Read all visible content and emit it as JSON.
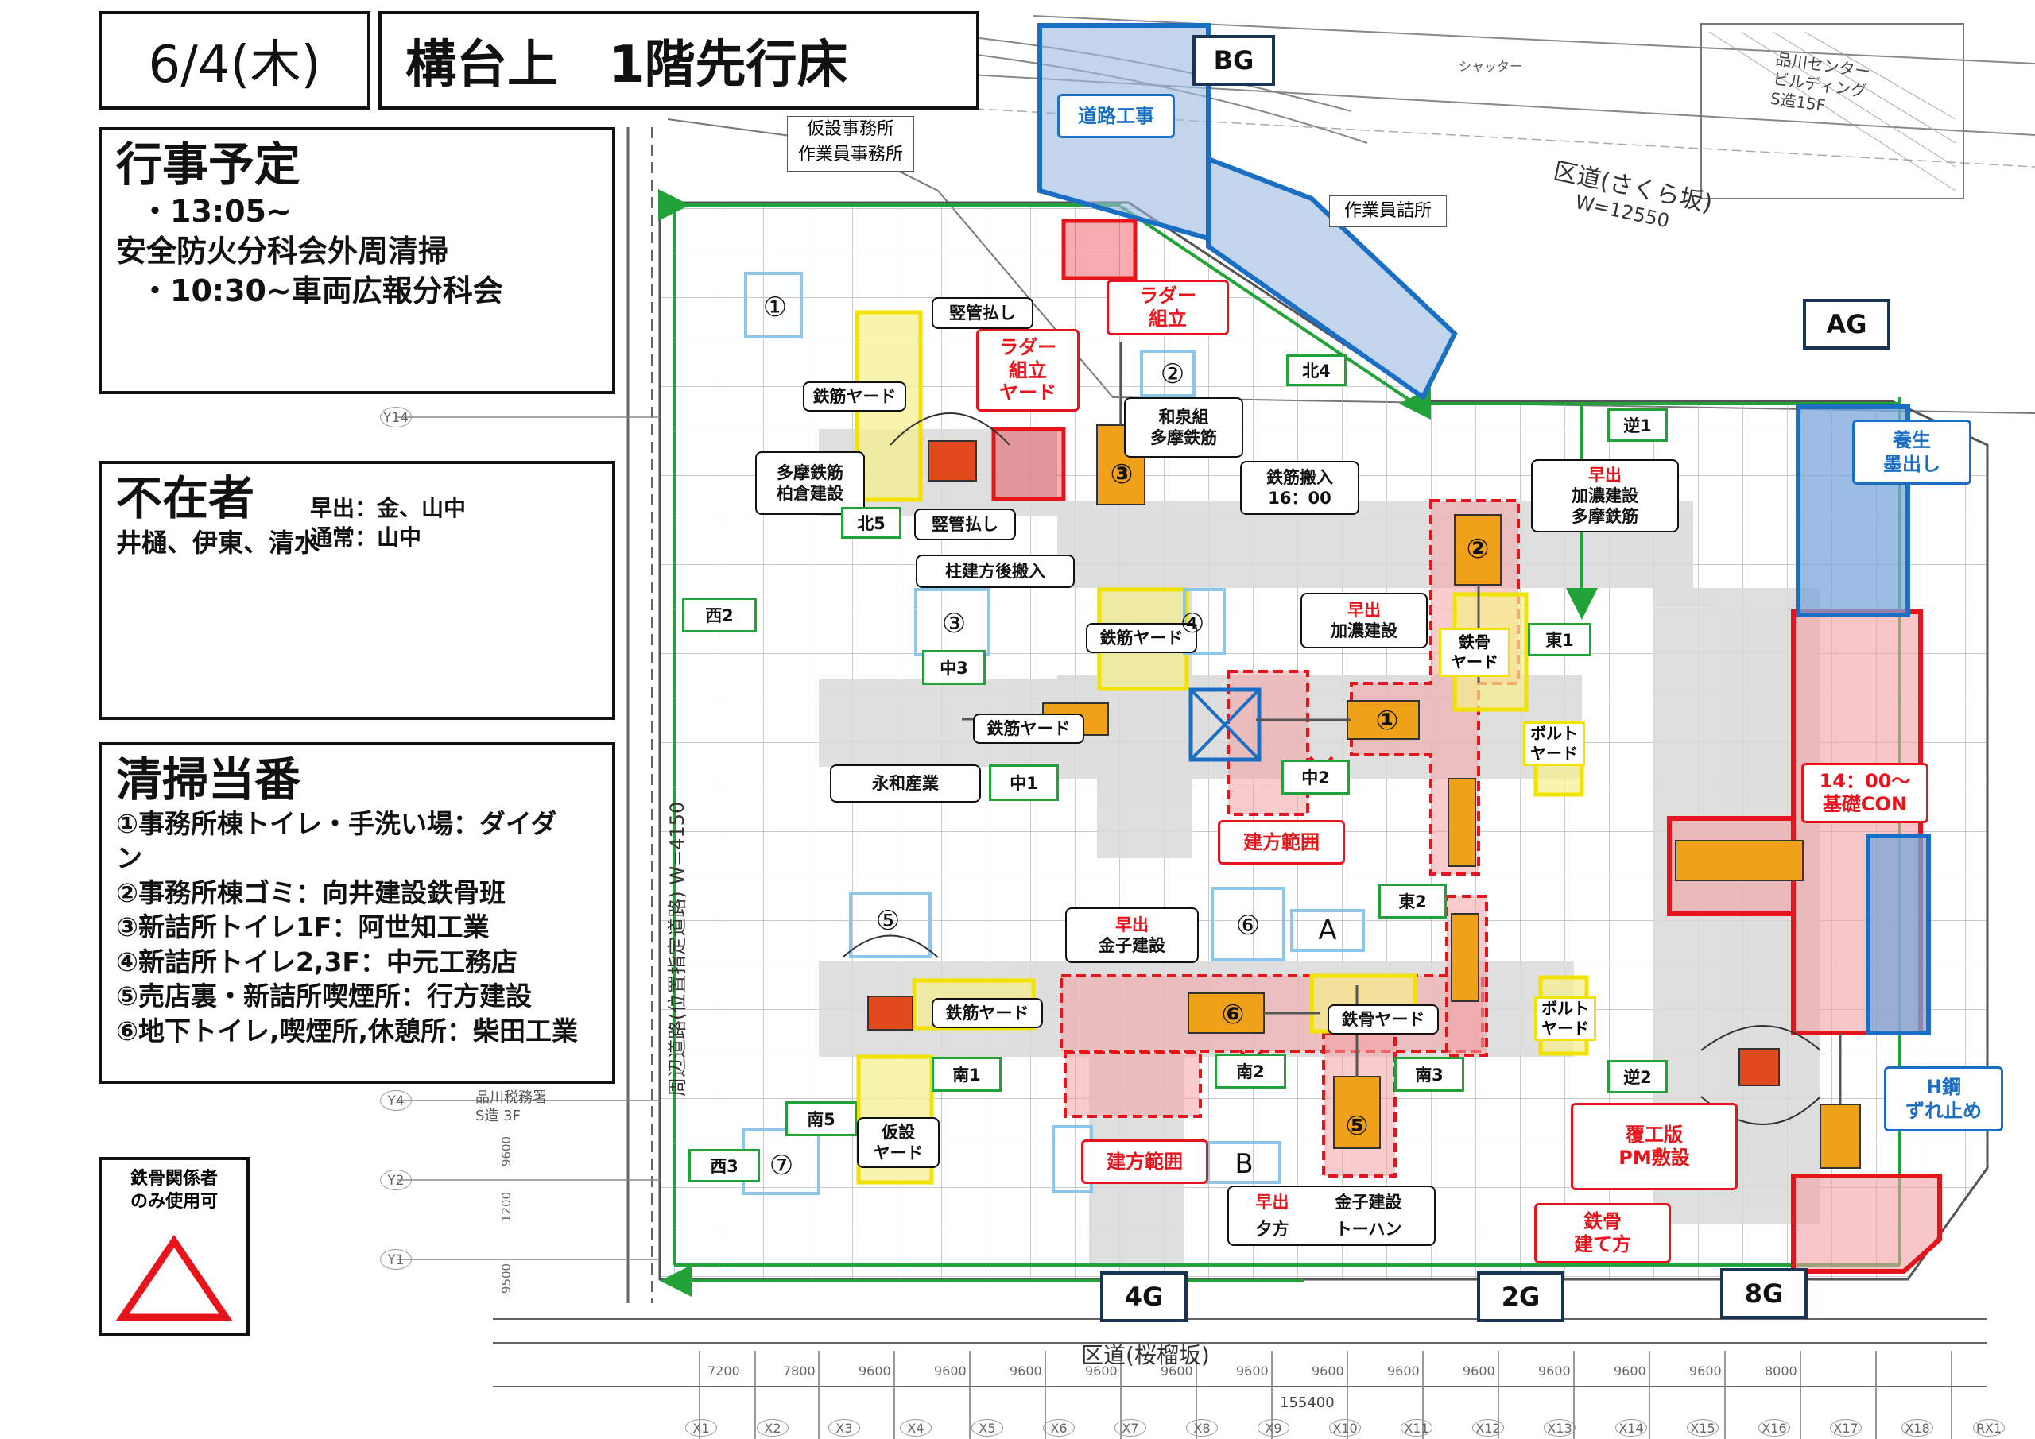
{
  "header": {
    "date": "6/4(木)",
    "title": "構台上　1階先行床"
  },
  "schedule": {
    "heading": "行事予定",
    "lines": [
      "・13:05~",
      "安全防火分科会外周清掃",
      "・10:30~車両広報分科会"
    ]
  },
  "absent": {
    "heading": "不在者",
    "early": "早出：金、山中",
    "normal": "通常：山中",
    "names": "井樋、伊東、清水"
  },
  "cleaning": {
    "heading": "清掃当番",
    "lines": [
      "①事務所棟トイレ・手洗い場：ダイダ",
      "ン",
      "②事務所棟ゴミ：向井建設鉄骨班",
      "③新詰所トイレ1F：阿世知工業",
      "④新詰所トイレ2,3F：中元工務店",
      "⑤売店裏・新詰所喫煙所：行方建設",
      "⑥地下トイレ,喫煙所,休憩所：柴田工業"
    ]
  },
  "legend": {
    "text": "鉄骨関係者\nのみ使用可"
  },
  "gates": {
    "bg": "BG",
    "ag": "AG",
    "g4": "4G",
    "g2": "2G",
    "g8": "8G"
  },
  "map_text": {
    "office": "仮設事務所\n作業員事務所",
    "tsumesho": "作業員詰所",
    "road_sakura": "区道(さくら坂)",
    "road_sakura_w": "W=12550",
    "road_bottom": "区道(桜榴坂)",
    "road_left": "周辺道路(位置指定道路) W=4150",
    "shinagawa_center": "品川センター\nビルディング\nS造15F",
    "tax_office": "品川税務署\nS造 3F",
    "shutter": "シャッター",
    "grid_y": [
      "Y14",
      "Y4",
      "Y2",
      "Y1"
    ],
    "dims_left": [
      "9500",
      "1200",
      "9600"
    ],
    "dims_bottom": [
      "7200",
      "7800",
      "9600",
      "9600",
      "9600",
      "9600",
      "9600",
      "9600",
      "9600",
      "9600",
      "9600",
      "9600",
      "9600",
      "9600",
      "8000"
    ],
    "dim_total": "155400",
    "grid_x": [
      "X1",
      "X2",
      "X3",
      "X4",
      "X5",
      "X6",
      "X7",
      "X8",
      "X9",
      "X10",
      "X11",
      "X12",
      "X13",
      "X14",
      "X15",
      "X16",
      "X17",
      "X18",
      "RX1"
    ]
  },
  "labels": {
    "tatekanbarai_top": "竪管払し",
    "tekkin_yard_nw": "鉄筋ヤード",
    "tama_kashikura": "多摩鉄筋\n柏倉建設",
    "izumi_tama": "和泉組\n多摩鉄筋",
    "tekkin_hannyu": "鉄筋搬入\n16：00",
    "tatekanbarai_mid": "竪管払し",
    "hashira_go": "柱建方後搬入",
    "tekkin_yard_center": "鉄筋ヤード",
    "kano_hayade": "早出",
    "kano_tama": "加濃建設\n多摩鉄筋",
    "kano1_hayade": "早出",
    "kano1": "加濃建設",
    "tekkin_yard_mid": "鉄筋ヤード",
    "eiwa": "永和産業",
    "kaneko_hayade": "早出",
    "kaneko": "金子建設",
    "tekkin_yard_s": "鉄筋ヤード",
    "tekkin_yard_se": "鉄骨ヤード",
    "kasetsu_yard": "仮設\nヤード",
    "bottom_hayade": "早出",
    "bottom_kaneko": "金子建設",
    "bottom_yugata": "夕方",
    "bottom_tohan": "トーハン",
    "tekkotsu_yard_e": "鉄骨\nヤード",
    "bolt_yard_1": "ボルト\nヤード",
    "bolt_yard_2": "ボルト\nヤード"
  },
  "red_labels": {
    "ladder_top": "ラダー\n組立",
    "ladder_yard": "ラダー\n組立\nヤード",
    "tatekata_1": "建方範囲",
    "tatekata_2": "建方範囲",
    "kiso_con": "14：00～\n基礎CON",
    "fukkouban": "覆工版\nPM敷設",
    "tekkotsu_tatekata": "鉄骨\n建て方"
  },
  "blue_labels": {
    "doro": "道路工事",
    "yojo": "養生\n墨出し",
    "h_ko": "H鋼\nずれ止め"
  },
  "green_tags": {
    "kita4": "北4",
    "kita5": "北5",
    "gyaku1": "逆1",
    "gyaku2": "逆2",
    "nishi2": "西2",
    "nishi3": "西3",
    "naka3": "中3",
    "naka1": "中1",
    "naka2": "中2",
    "higashi1": "東1",
    "higashi2": "東2",
    "minami1": "南1",
    "minami2": "南2",
    "minami3": "南3",
    "minami5": "南5"
  },
  "zone_numbers": {
    "z1": "①",
    "z2": "②",
    "z3": "③",
    "z4": "④",
    "z5": "⑤",
    "z6": "⑥",
    "z7": "⑦",
    "za": "A",
    "zb": "B"
  },
  "crane_numbers": {
    "c1": "①",
    "c2": "②",
    "c3": "③",
    "c5": "⑤",
    "c6": "⑥"
  }
}
